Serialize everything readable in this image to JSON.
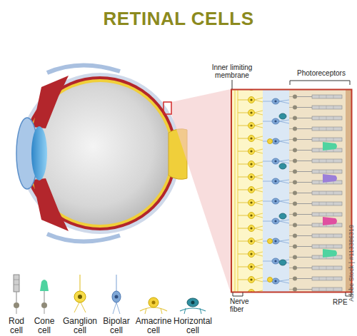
{
  "diagram": {
    "title": "RETINAL CELLS",
    "labels": [
      "Inner limiting membrane",
      "Photoreceptors",
      "Nerve fiber",
      "RPE",
      "Adobe Stock | #113386319"
    ],
    "legend": [
      {
        "text": "Rod cell"
      },
      {
        "text": "Cone cell"
      },
      {
        "text": "Ganglion cell"
      },
      {
        "text": "Bipolar cell"
      },
      {
        "text": "Amacrine cell"
      },
      {
        "text": "Horizontal cell"
      }
    ]
  }
}
